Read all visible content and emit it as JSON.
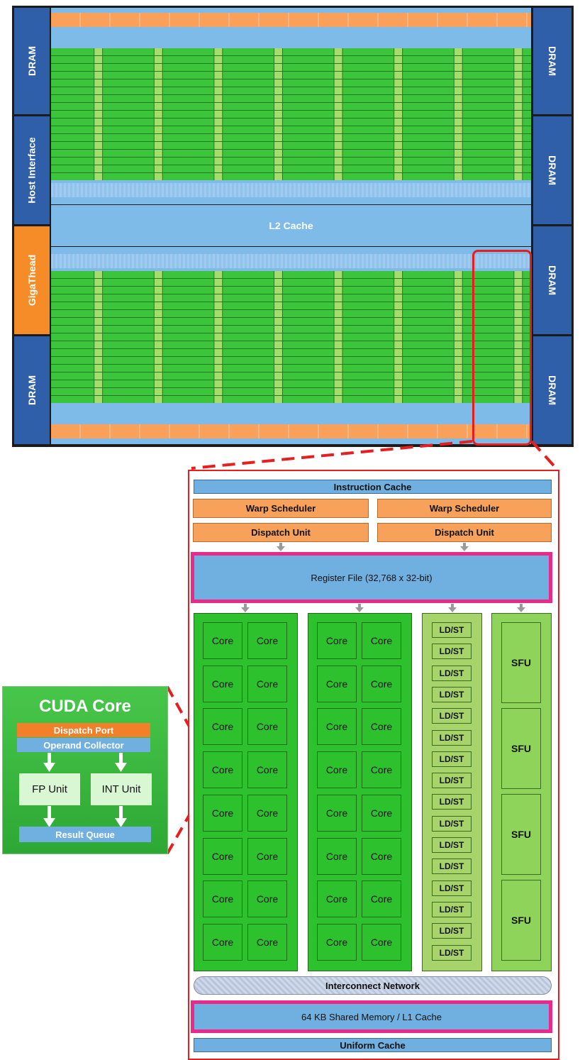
{
  "chip": {
    "left_labels": [
      "DRAM",
      "Host Interface",
      "GigaThead",
      "DRAM"
    ],
    "right_labels": [
      "DRAM",
      "DRAM",
      "DRAM",
      "DRAM"
    ],
    "l2_label": "L2 Cache"
  },
  "sm": {
    "instruction_cache": "Instruction Cache",
    "warp_scheduler": "Warp Scheduler",
    "dispatch_unit": "Dispatch Unit",
    "register_file": "Register File (32,768 x 32-bit)",
    "core_label": "Core",
    "ldst_label": "LD/ST",
    "sfu_label": "SFU",
    "interconnect": "Interconnect Network",
    "shared_memory": "64 KB Shared Memory / L1 Cache",
    "uniform_cache": "Uniform Cache"
  },
  "cuda_core": {
    "title": "CUDA Core",
    "dispatch_port": "Dispatch Port",
    "operand_collector": "Operand Collector",
    "fp_unit": "FP Unit",
    "int_unit": "INT Unit",
    "result_queue": "Result Queue"
  },
  "colors": {
    "dram_blue": "#2f5fa8",
    "giga_orange": "#f68c28",
    "light_blue": "#7fbbe8",
    "core_green": "#2ec12e",
    "highlight_pink": "#ea2a8a",
    "zoom_red": "#e61e1e"
  }
}
